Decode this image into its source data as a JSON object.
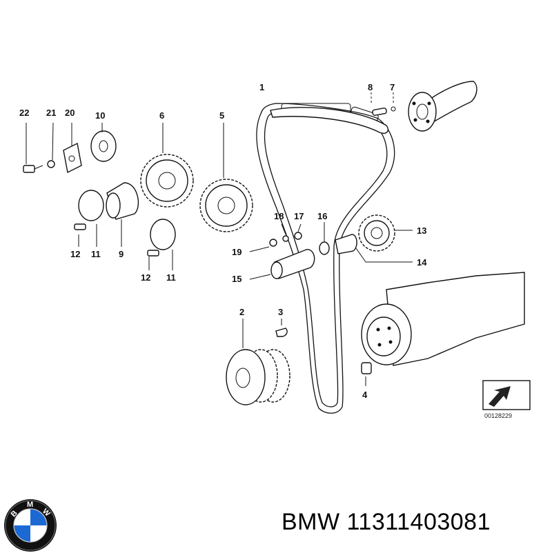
{
  "callouts": [
    "1",
    "2",
    "3",
    "4",
    "5",
    "6",
    "7",
    "8",
    "9",
    "10",
    "11",
    "11",
    "12",
    "12",
    "13",
    "14",
    "15",
    "16",
    "17",
    "18",
    "19",
    "20",
    "21",
    "22"
  ],
  "reference_code": "00128229",
  "caption": {
    "brand": "BMW",
    "part_number": "11311403081"
  },
  "logo": {
    "name": "bmw-roundel",
    "letters": [
      "B",
      "M",
      "W"
    ],
    "colors": {
      "ring": "#111111",
      "blue": "#1c69d4",
      "white": "#ffffff"
    }
  }
}
